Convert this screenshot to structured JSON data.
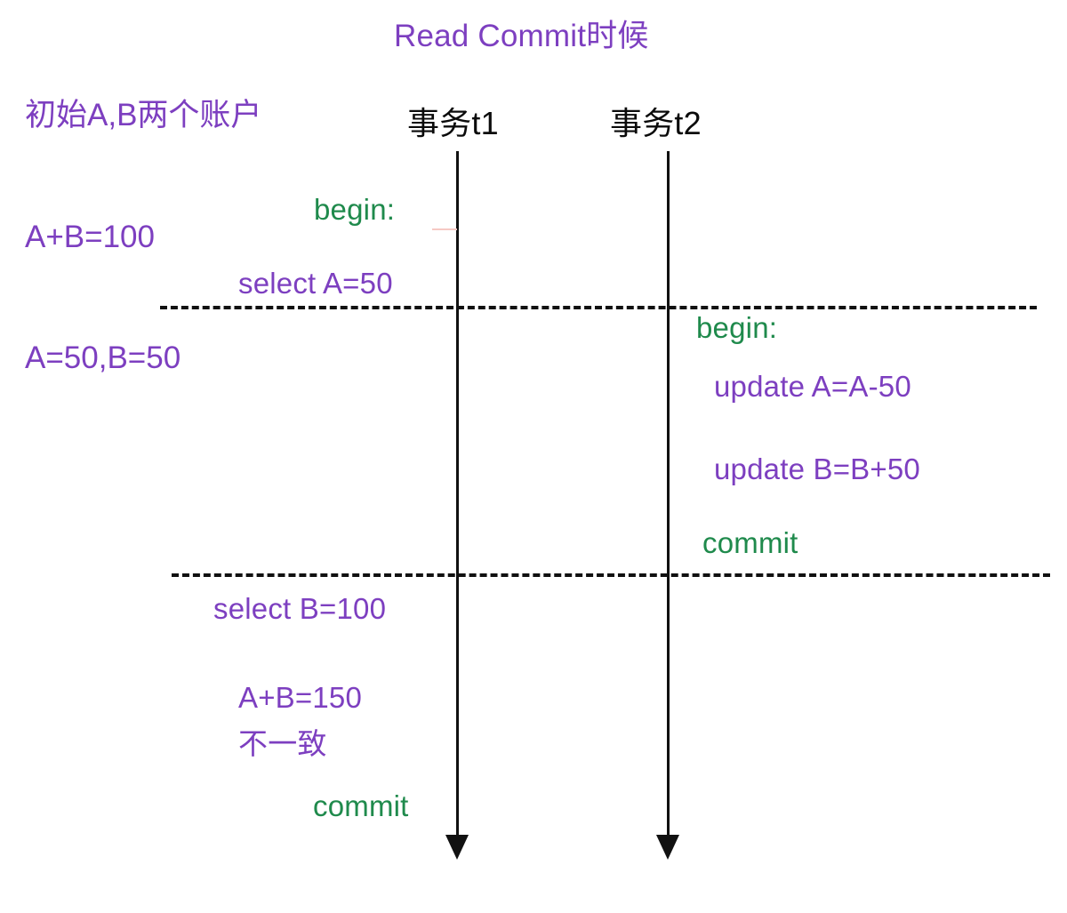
{
  "diagram": {
    "title": "Read Commit时候",
    "notes": [
      "初始A,B两个账户",
      "A+B=100",
      "A=50,B=50"
    ],
    "colors": {
      "purple": "#7d3fc0",
      "green": "#1f8a4c",
      "black": "#111111",
      "pink_tick": "#f6c9c4",
      "background": "#ffffff"
    },
    "lanes": [
      {
        "id": "t1",
        "label": "事务t1"
      },
      {
        "id": "t2",
        "label": "事务t2"
      }
    ],
    "t1_steps": [
      {
        "text": "begin:",
        "color": "green"
      },
      {
        "text": "select A=50",
        "color": "purple"
      },
      {
        "text": "select B=100",
        "color": "purple"
      },
      {
        "text": "A+B=150",
        "color": "purple"
      },
      {
        "text": "不一致",
        "color": "purple"
      },
      {
        "text": "commit",
        "color": "green"
      }
    ],
    "t2_steps": [
      {
        "text": "begin:",
        "color": "green"
      },
      {
        "text": "update A=A-50",
        "color": "purple"
      },
      {
        "text": "update B=B+50",
        "color": "purple"
      },
      {
        "text": "commit",
        "color": "green"
      }
    ],
    "separators": [
      {
        "id": "sep-top"
      },
      {
        "id": "sep-bottom"
      }
    ]
  }
}
